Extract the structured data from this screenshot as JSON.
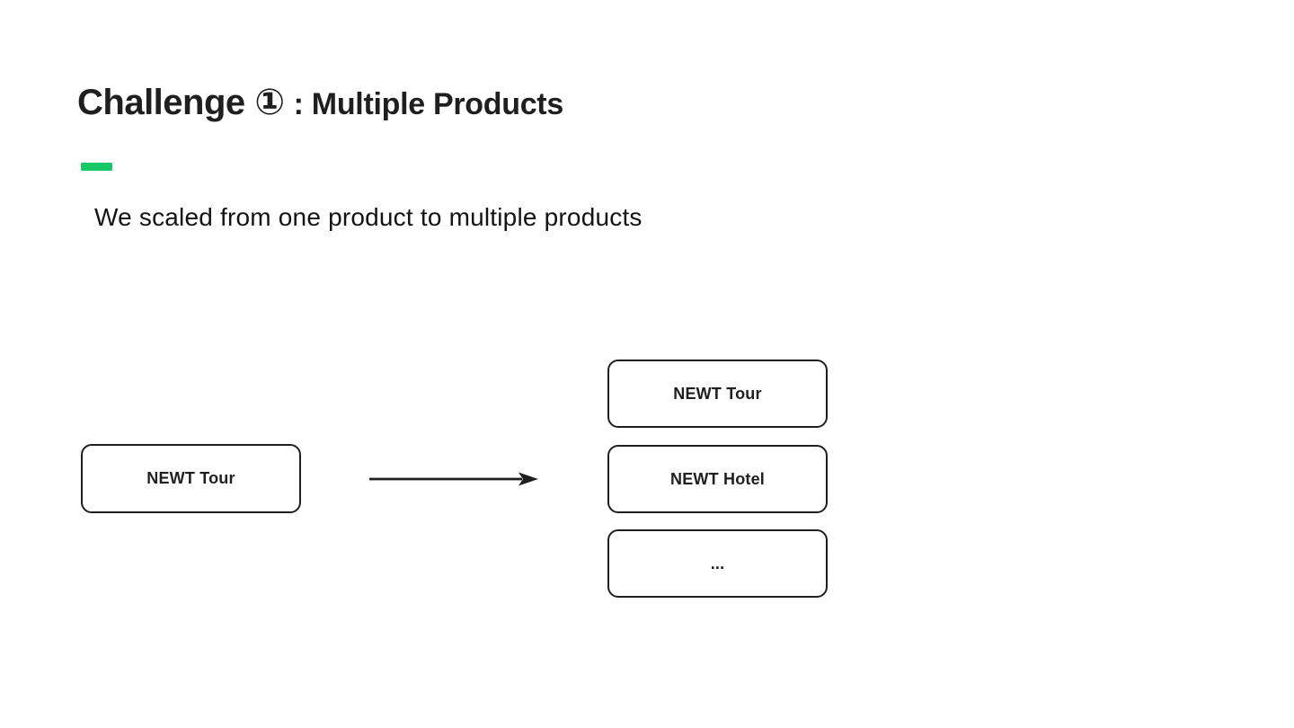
{
  "slide": {
    "title_prefix": "Challenge ①",
    "title_suffix": ": Multiple Products",
    "subtitle": "We scaled from one product to multiple products"
  },
  "diagram": {
    "before_node": "NEWT Tour",
    "arrow_icon": "right-arrow",
    "after_nodes": [
      "NEWT Tour",
      "NEWT Hotel",
      "..."
    ]
  },
  "colors": {
    "accent_green": "#17C868",
    "ink": "#1F1F1F",
    "background": "#FFFFFF"
  }
}
